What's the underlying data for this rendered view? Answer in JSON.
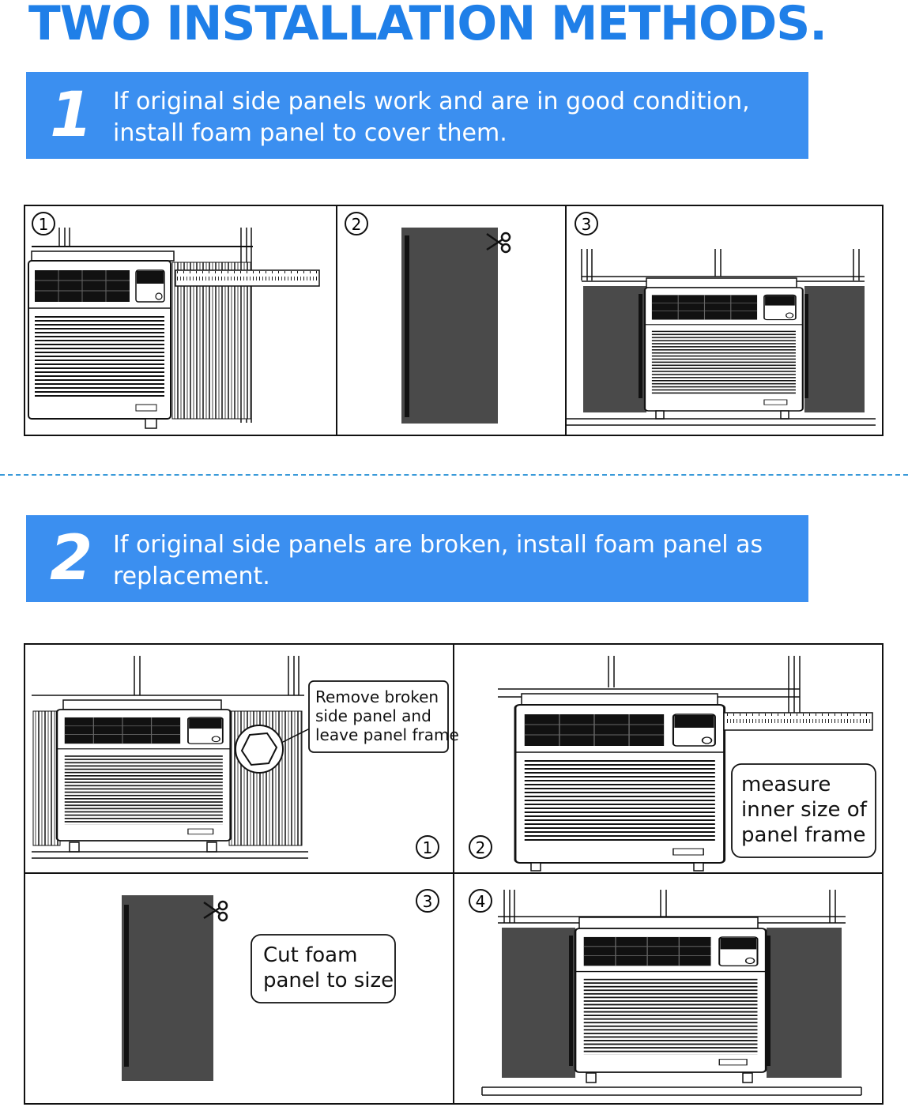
{
  "title": "TWO INSTALLATION METHODS.",
  "methods": [
    {
      "number": "1",
      "description": "If original side panels work and are in good condition, install foam panel to cover them.",
      "steps": [
        "1",
        "2",
        "3"
      ]
    },
    {
      "number": "2",
      "description": "If original side panels are broken, install foam panel as replacement.",
      "steps": [
        "1",
        "2",
        "3",
        "4"
      ],
      "callouts": {
        "remove": [
          "Remove broken",
          "side panel and",
          "leave panel frame"
        ],
        "measure": [
          "measure",
          "inner size of",
          "panel frame"
        ],
        "cut": [
          "Cut foam",
          "panel to size"
        ]
      }
    }
  ],
  "colors": {
    "accent": "#3b8ff0",
    "title": "#1f7fe8",
    "divider": "#3a9ad9",
    "foam": "#4a4a4a",
    "line": "#111111"
  },
  "icons": [
    "scissors-icon",
    "hexagon-nut-icon"
  ]
}
